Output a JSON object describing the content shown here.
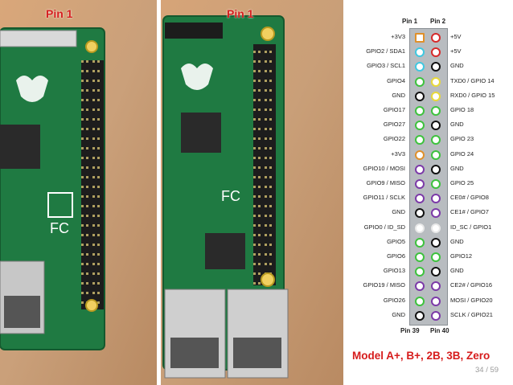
{
  "photos": {
    "pin_label_left": "Pin 1",
    "pin_label_right": "Pin 1"
  },
  "diagram": {
    "header_top_left": "Pin 1",
    "header_top_right": "Pin 2",
    "header_bottom_left": "Pin 39",
    "header_bottom_right": "Pin 40",
    "model_title": "Model A+, B+, 2B, 3B, Zero",
    "colors": {
      "power33": "#e0902a",
      "power5": "#d62b2b",
      "ground": "#111111",
      "i2c": "#40c8e0",
      "gpio": "#3ec23e",
      "uart": "#e8d93a",
      "spi": "#7c3aa8",
      "eeprom": "#e8e8e8"
    },
    "rows": [
      {
        "left": "+3V3",
        "lc": "power33",
        "right": "+5V",
        "rc": "power5"
      },
      {
        "left": "GPIO2 / SDA1",
        "lc": "i2c",
        "right": "+5V",
        "rc": "power5"
      },
      {
        "left": "GPIO3 / SCL1",
        "lc": "i2c",
        "right": "GND",
        "rc": "ground"
      },
      {
        "left": "GPIO4",
        "lc": "gpio",
        "right": "TXD0 / GPIO 14",
        "rc": "uart"
      },
      {
        "left": "GND",
        "lc": "ground",
        "right": "RXD0 / GPIO 15",
        "rc": "uart"
      },
      {
        "left": "GPIO17",
        "lc": "gpio",
        "right": "GPIO 18",
        "rc": "gpio"
      },
      {
        "left": "GPIO27",
        "lc": "gpio",
        "right": "GND",
        "rc": "ground"
      },
      {
        "left": "GPIO22",
        "lc": "gpio",
        "right": "GPIO 23",
        "rc": "gpio"
      },
      {
        "left": "+3V3",
        "lc": "power33",
        "right": "GPIO 24",
        "rc": "gpio"
      },
      {
        "left": "GPIO10 / MOSI",
        "lc": "spi",
        "right": "GND",
        "rc": "ground"
      },
      {
        "left": "GPIO9 / MISO",
        "lc": "spi",
        "right": "GPIO 25",
        "rc": "gpio"
      },
      {
        "left": "GPIO11 / SCLK",
        "lc": "spi",
        "right": "CE0# / GPIO8",
        "rc": "spi"
      },
      {
        "left": "GND",
        "lc": "ground",
        "right": "CE1# / GPIO7",
        "rc": "spi"
      },
      {
        "left": "GPIO0 / ID_SD",
        "lc": "eeprom",
        "right": "ID_SC / GPIO1",
        "rc": "eeprom"
      },
      {
        "left": "GPIO5",
        "lc": "gpio",
        "right": "GND",
        "rc": "ground"
      },
      {
        "left": "GPIO6",
        "lc": "gpio",
        "right": "GPIO12",
        "rc": "gpio"
      },
      {
        "left": "GPIO13",
        "lc": "gpio",
        "right": "GND",
        "rc": "ground"
      },
      {
        "left": "GPIO19 / MISO",
        "lc": "spi",
        "right": "CE2# / GPIO16",
        "rc": "spi"
      },
      {
        "left": "GPIO26",
        "lc": "gpio",
        "right": "MOSI / GPIO20",
        "rc": "spi"
      },
      {
        "left": "GND",
        "lc": "ground",
        "right": "SCLK / GPIO21",
        "rc": "spi"
      }
    ]
  },
  "slide": {
    "page_counter": "34 / 59"
  }
}
